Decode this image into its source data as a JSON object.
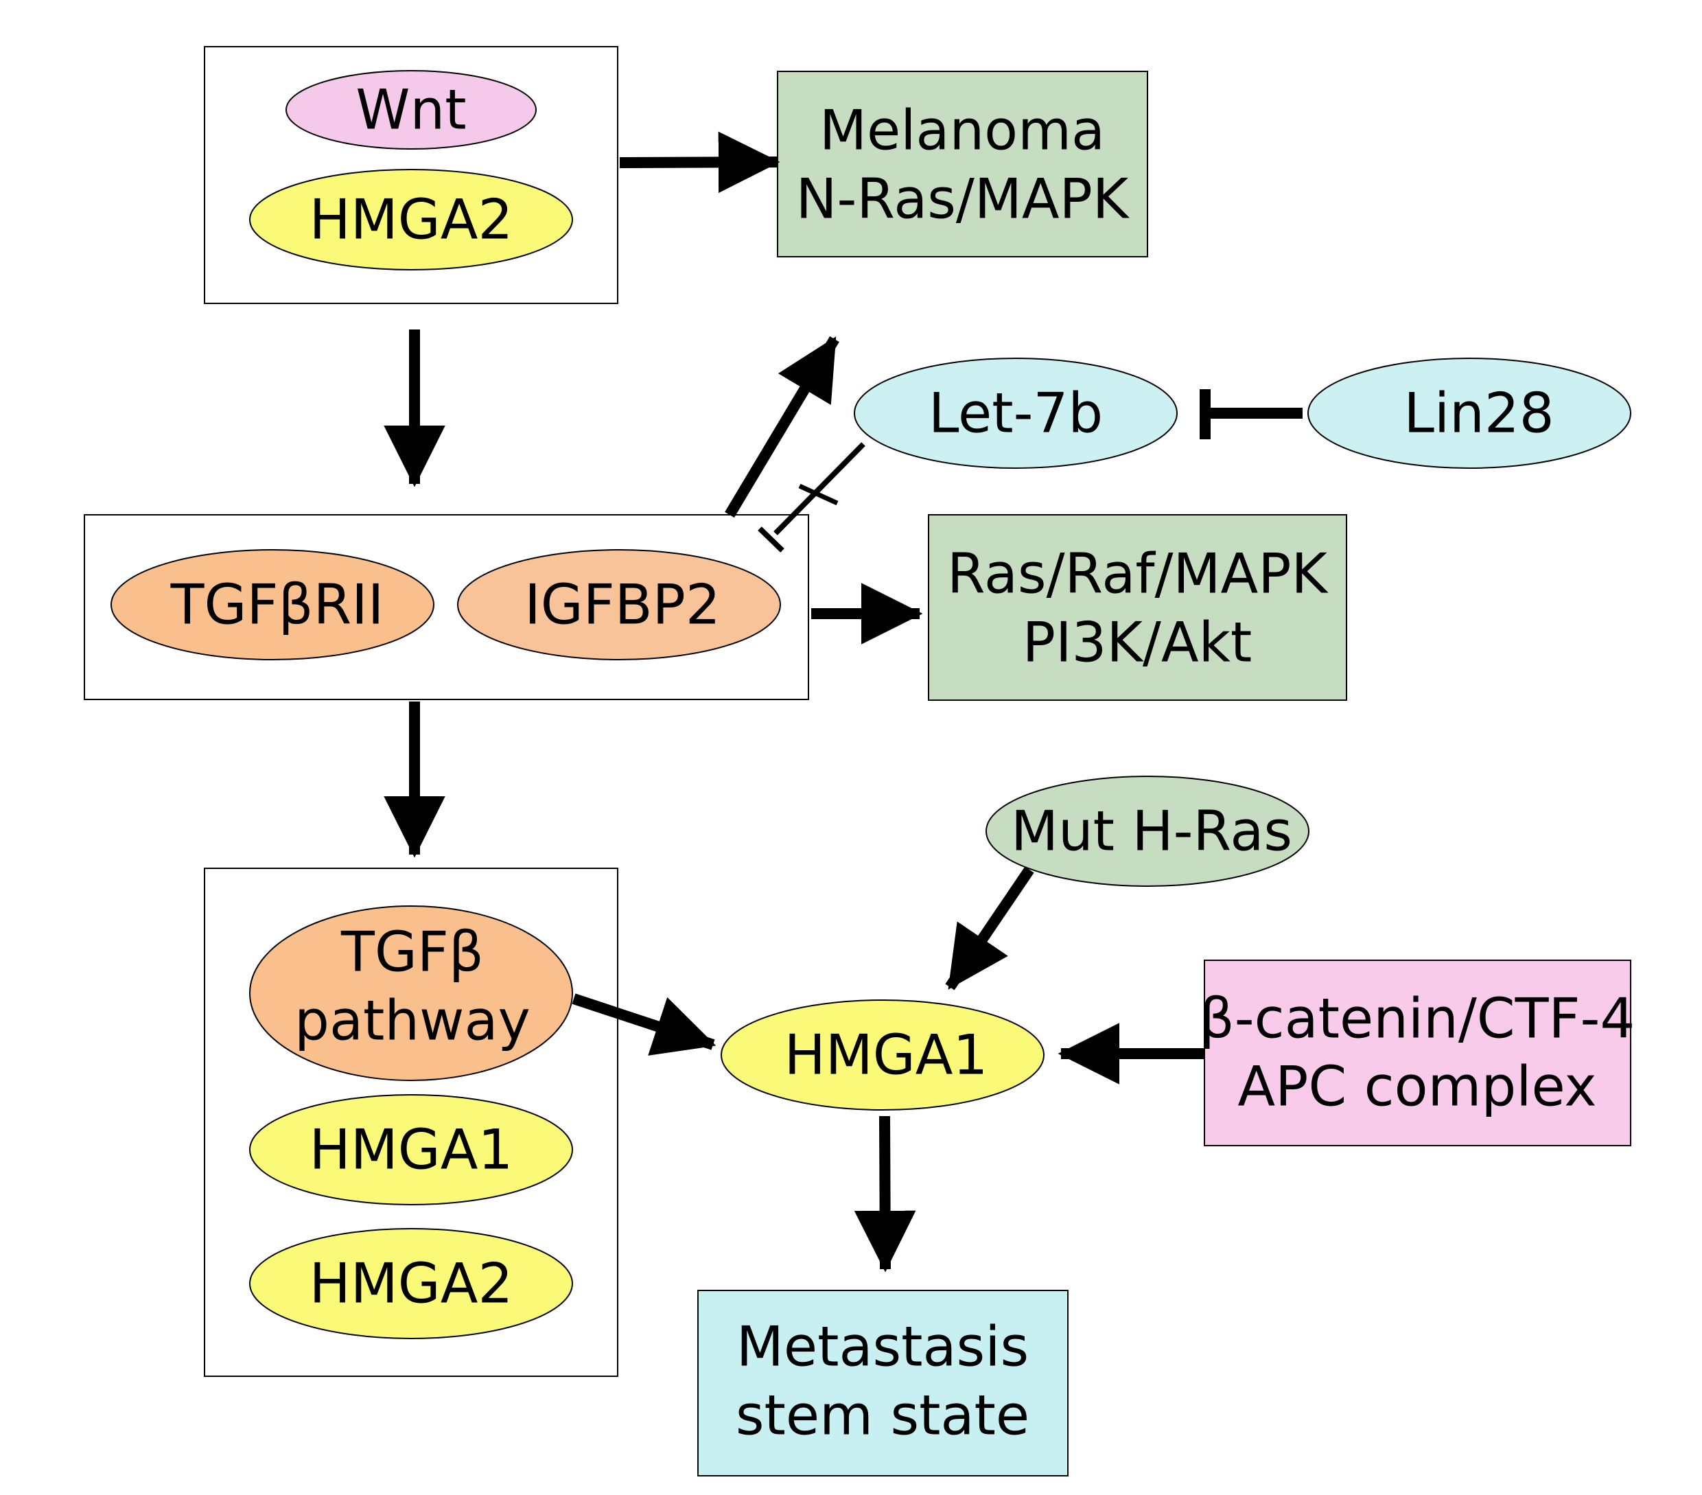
{
  "colors": {
    "wnt": "#f5c9ea",
    "hmga": "#fafa78",
    "orange": "#f9c08d",
    "green_box": "#c6ddc1",
    "light_blue": "#cdf0f3",
    "metastasis": "#c8eff2",
    "pink_box": "#f7cbe9",
    "mut_hras": "#c6ddc1",
    "igfbp2": "#f9c39a"
  },
  "nodes": {
    "wnt": "Wnt",
    "hmga2_top": "HMGA2",
    "melanoma_line1": "Melanoma",
    "melanoma_line2": "N-Ras/MAPK",
    "let7b": "Let-7b",
    "lin28": "Lin28",
    "tgfbrii": "TGFβRII",
    "igfbp2": "IGFBP2",
    "ras_line1": "Ras/Raf/MAPK",
    "ras_line2": "PI3K/Akt",
    "mut_hras": "Mut H-Ras",
    "tgfb_line1": "TGFβ",
    "tgfb_line2": "pathway",
    "hmga1_box": "HMGA1",
    "hmga2_box": "HMGA2",
    "hmga1_center": "HMGA1",
    "catenin_line1": "β-catenin/CTF-4",
    "catenin_line2": "APC complex",
    "metastasis_line1": "Metastasis",
    "metastasis_line2": "stem state"
  }
}
